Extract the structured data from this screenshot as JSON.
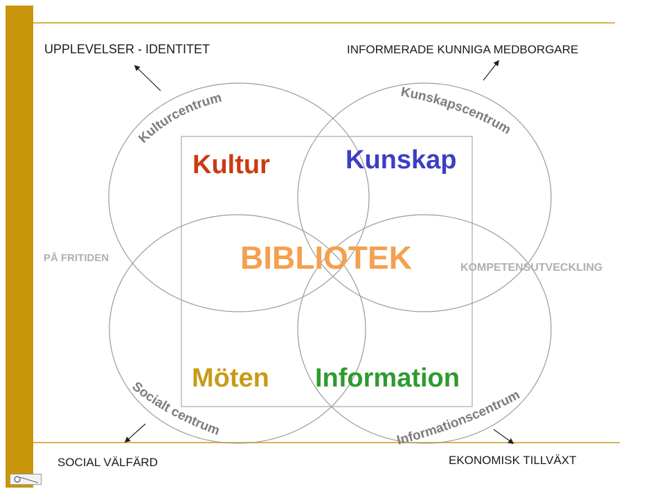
{
  "colors": {
    "side_bar": "#C8960A",
    "rule_line": "#D9B24A",
    "circle": "#9A9A9A",
    "square": "#A8A8A8",
    "kultur": "#CC3A12",
    "kunskap": "#3B3FC4",
    "bibliotek": "#F4A050",
    "moten": "#C89B18",
    "information": "#2F9A2F",
    "arc_text": "#7C7C7C",
    "side_text": "#B0B0B0",
    "corner_text": "#1A1A1A"
  },
  "corners": {
    "top_left": "UPPLEVELSER -  IDENTITET",
    "top_right": "INFORMERADE KUNNIGA MEDBORGARE",
    "bottom_left": "SOCIAL VÄLFÄRD",
    "bottom_right": "EKONOMISK TILLVÄXT"
  },
  "side_labels": {
    "left": "PÅ FRITIDEN",
    "right": "KOMPETENSUTVECKLING"
  },
  "centres": {
    "top_left": "Kulturcentrum",
    "top_right": "Kunskapscentrum",
    "bottom_left": "Socialt centrum",
    "bottom_right": "Informationscentrum"
  },
  "quadrants": {
    "top_left": "Kultur",
    "top_right": "Kunskap",
    "bottom_left": "Möten",
    "bottom_right": "Information"
  },
  "center": "BIBLIOTEK",
  "icons": {
    "arrows": "arrow-icon",
    "corner_control": "slide-control-icon"
  }
}
